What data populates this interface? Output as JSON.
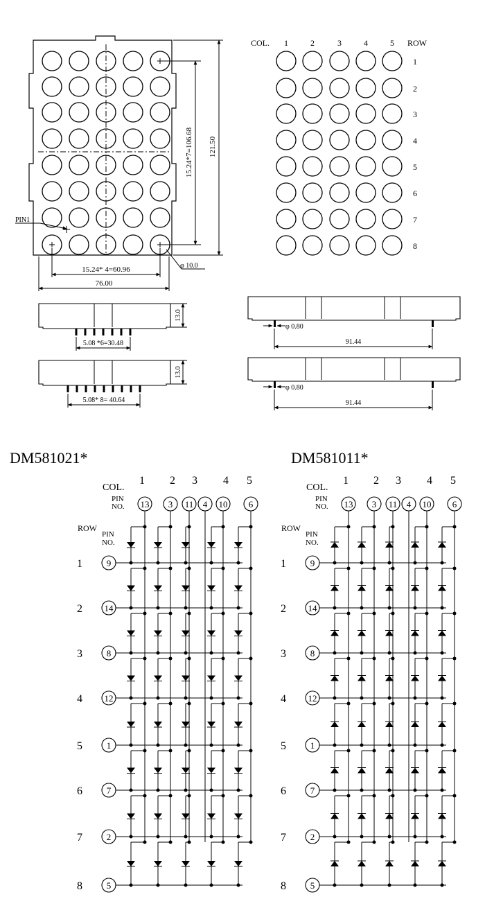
{
  "drawing": {
    "left_view": {
      "pin1_label": "PIN1",
      "row_pitch_dim": "15.24*7=106.68",
      "height_dim": "121.50",
      "col_pitch_dim": "15.24* 4=60.96",
      "width_dim": "76.00",
      "dot_dia_dim": "φ 10.0"
    },
    "right_view": {
      "col_header": "COL.",
      "row_header": "ROW",
      "cols": [
        "1",
        "2",
        "3",
        "4",
        "5"
      ],
      "rows": [
        "1",
        "2",
        "3",
        "4",
        "5",
        "6",
        "7",
        "8"
      ]
    },
    "side_views": {
      "upper": {
        "height_dim": "13.0",
        "pin_pitch_dim": "5.08 *6=30.48"
      },
      "lower": {
        "height_dim": "13.0",
        "pin_pitch_dim": "5.08* 8= 40.64"
      }
    },
    "end_views": {
      "upper": {
        "pin_dia_dim": "φ 0.80",
        "length_dim": "91.44"
      },
      "lower": {
        "pin_dia_dim": "φ 0.80",
        "length_dim": "91.44"
      }
    }
  },
  "schematics": [
    {
      "model": "DM581021*",
      "col_label": "COL.",
      "pin_label_line1": "PIN",
      "pin_label_line2": "NO.",
      "row_label": "ROW",
      "cols": [
        "1",
        "2",
        "3",
        "4",
        "5"
      ],
      "col_pins": [
        "13",
        "3",
        "11",
        "4",
        "10",
        "6"
      ],
      "rows": [
        "1",
        "2",
        "3",
        "4",
        "5",
        "6",
        "7",
        "8"
      ],
      "row_pins": [
        "9",
        "14",
        "8",
        "12",
        "1",
        "7",
        "2",
        "5"
      ],
      "diode_direction": "down"
    },
    {
      "model": "DM581011*",
      "col_label": "COL.",
      "pin_label_line1": "PIN",
      "pin_label_line2": "NO.",
      "row_label": "ROW",
      "cols": [
        "1",
        "2",
        "3",
        "4",
        "5"
      ],
      "col_pins": [
        "13",
        "3",
        "11",
        "4",
        "10",
        "6"
      ],
      "rows": [
        "1",
        "2",
        "3",
        "4",
        "5",
        "6",
        "7",
        "8"
      ],
      "row_pins": [
        "9",
        "14",
        "8",
        "12",
        "1",
        "7",
        "2",
        "5"
      ],
      "diode_direction": "up"
    }
  ]
}
